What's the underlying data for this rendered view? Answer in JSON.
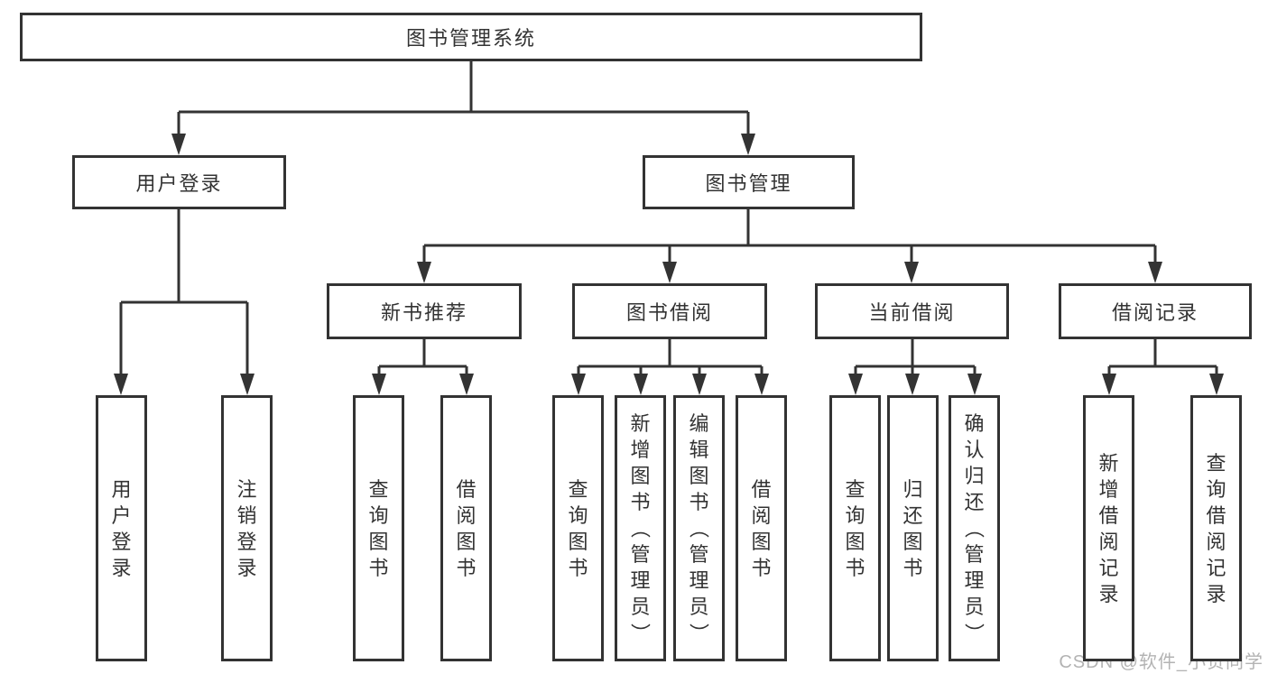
{
  "tree": {
    "label": "图书管理系统",
    "children": [
      {
        "label": "用户登录",
        "children": [
          {
            "label": "用户登录"
          },
          {
            "label": "注销登录"
          }
        ]
      },
      {
        "label": "图书管理",
        "children": [
          {
            "label": "新书推荐",
            "children": [
              {
                "label": "查询图书"
              },
              {
                "label": "借阅图书"
              }
            ]
          },
          {
            "label": "图书借阅",
            "children": [
              {
                "label": "查询图书"
              },
              {
                "label": "新增图书（管理员）"
              },
              {
                "label": "编辑图书（管理员）"
              },
              {
                "label": "借阅图书"
              }
            ]
          },
          {
            "label": "当前借阅",
            "children": [
              {
                "label": "查询图书"
              },
              {
                "label": "归还图书"
              },
              {
                "label": "确认归还（管理员）"
              }
            ]
          },
          {
            "label": "借阅记录",
            "children": [
              {
                "label": "新增借阅记录"
              },
              {
                "label": "查询借阅记录"
              }
            ]
          }
        ]
      }
    ]
  },
  "watermark": "CSDN @软件_小贺同学",
  "colors": {
    "line": "#333333",
    "box_border": "#333333",
    "text": "#333333",
    "watermark": "#b3b3b3",
    "background": "#ffffff"
  }
}
